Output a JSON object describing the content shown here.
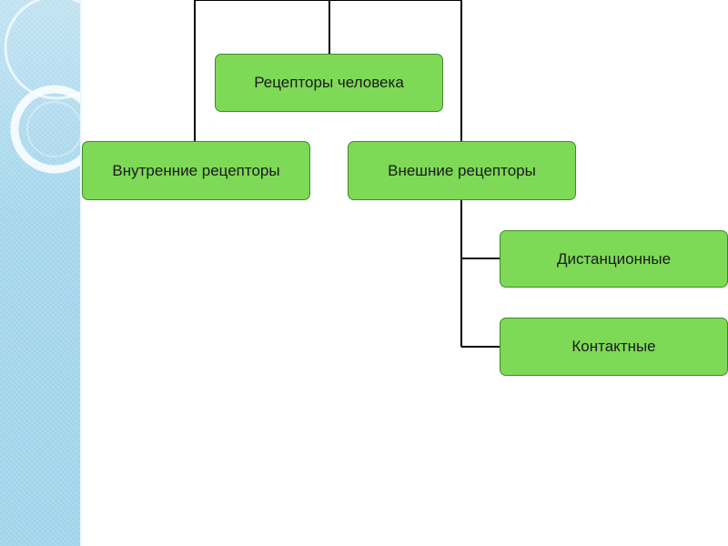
{
  "diagram": {
    "root": "Рецепторы человека",
    "inner": "Внутренние рецепторы",
    "outer": "Внешние рецепторы",
    "distant": "Дистанционные",
    "contact": "Контактные"
  },
  "colors": {
    "node_fill": "#7ed957",
    "node_border": "#3d8a2a",
    "connector": "#000000",
    "sidebar": "#9fd3ea"
  }
}
